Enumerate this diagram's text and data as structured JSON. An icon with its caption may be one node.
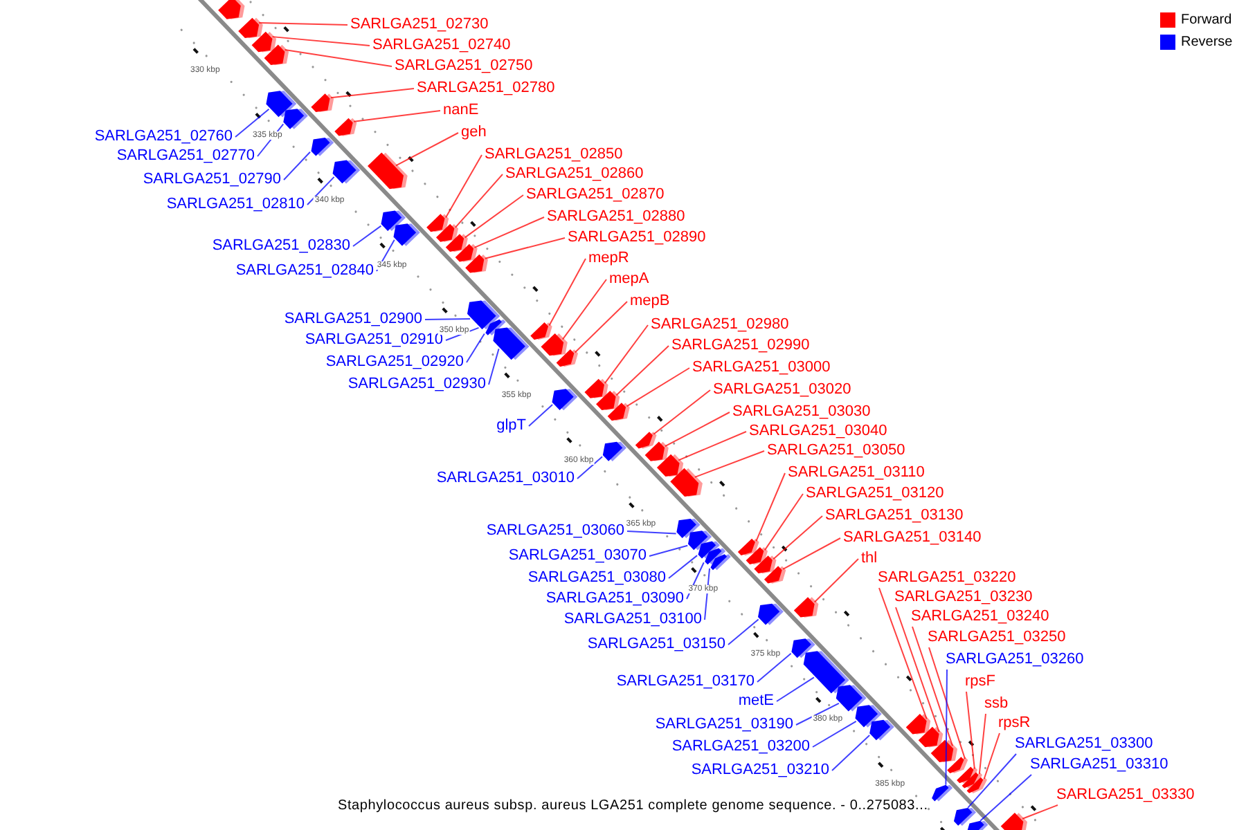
{
  "diagram": {
    "caption": "Staphylococcus aureus subsp. aureus LGA251 complete genome sequence. - 0..275083...",
    "nodes": [
      {
        "text": [
          "SARLGA251_02730"
        ]
      },
      {
        "text": [
          "SARLGA251_02740"
        ]
      },
      {
        "text": [
          "SARLGA251_02750"
        ]
      },
      {
        "text": [
          "SARLGA251_02780"
        ]
      },
      {
        "text": [
          "nanE"
        ]
      },
      {
        "text": [
          "geh"
        ]
      },
      {
        "text": [
          "SARLGA251_02850"
        ]
      },
      {
        "text": [
          "SARLGA251_02860"
        ]
      },
      {
        "text": [
          "SARLGA251_02870"
        ]
      },
      {
        "text": [
          "SARLGA251_02880"
        ]
      },
      {
        "text": [
          "SARLGA251_02890"
        ]
      },
      {
        "text": [
          "mepR"
        ]
      },
      {
        "text": [
          "mepA"
        ]
      },
      {
        "text": [
          "mepB"
        ]
      },
      {
        "text": [
          "SARLGA251_02980"
        ]
      },
      {
        "text": [
          "SARLGA251_02990"
        ]
      },
      {
        "text": [
          "SARLGA251_03000"
        ]
      },
      {
        "text": [
          "SARLGA251_03020"
        ]
      },
      {
        "text": [
          "SARLGA251_03030"
        ]
      },
      {
        "text": [
          "SARLGA251_03040"
        ]
      },
      {
        "text": [
          "SARLGA251_03050"
        ]
      },
      {
        "text": [
          "SARLGA251_03110"
        ]
      },
      {
        "text": [
          "SARLGA251_03120"
        ]
      },
      {
        "text": [
          "SARLGA251_03130"
        ]
      },
      {
        "text": [
          "SARLGA251_03140"
        ]
      },
      {
        "text": [
          "thl"
        ]
      },
      {
        "text": [
          "SARLGA251_03220"
        ]
      },
      {
        "text": [
          "SARLGA251_03230"
        ]
      },
      {
        "text": [
          "SARLGA251_03240"
        ]
      },
      {
        "text": [
          "SARLGA251_03250"
        ]
      },
      {
        "text": [
          "SARLGA251_03260"
        ]
      },
      {
        "text": [
          "rpsF"
        ]
      },
      {
        "text": [
          "ssb"
        ]
      },
      {
        "text": [
          "rpsR"
        ]
      },
      {
        "text": [
          "SARLGA251_03300"
        ]
      },
      {
        "text": [
          "SARLGA251_03310"
        ]
      },
      {
        "text": [
          "SARLGA251_03330"
        ]
      },
      {
        "text": [
          "SARLGA251_02760"
        ]
      },
      {
        "text": [
          "SARLGA251_02770"
        ]
      },
      {
        "text": [
          "SARLGA251_02790"
        ]
      },
      {
        "text": [
          "SARLGA251_02810"
        ]
      },
      {
        "text": [
          "SARLGA251_02830"
        ]
      },
      {
        "text": [
          "SARLGA251_02840"
        ]
      },
      {
        "text": [
          "SARLGA251_02900"
        ]
      },
      {
        "text": [
          "SARLGA251_02910"
        ]
      },
      {
        "text": [
          "SARLGA251_02920"
        ]
      },
      {
        "text": [
          "SARLGA251_02930"
        ]
      },
      {
        "text": [
          "glpT"
        ]
      },
      {
        "text": [
          "SARLGA251_03010"
        ]
      },
      {
        "text": [
          "SARLGA251_03060"
        ]
      },
      {
        "text": [
          "SARLGA251_03070"
        ]
      },
      {
        "text": [
          "SARLGA251_03080"
        ]
      },
      {
        "text": [
          "SARLGA251_03090"
        ]
      },
      {
        "text": [
          "SARLGA251_03100"
        ]
      },
      {
        "text": [
          "SARLGA251_03150"
        ]
      },
      {
        "text": [
          "SARLGA251_03170"
        ]
      },
      {
        "text": [
          "metE"
        ]
      },
      {
        "text": [
          "SARLGA251_03190"
        ]
      },
      {
        "text": [
          "SARLGA251_03200"
        ]
      },
      {
        "text": [
          "SARLGA251_03210"
        ]
      },
      {
        "text": [],
        "shape": "pentagon"
      },
      {
        "text": [],
        "shape": "pentagon"
      },
      {
        "text": [],
        "shape": "pentagon"
      },
      {
        "text": [],
        "shape": "pentagon"
      },
      {
        "text": [],
        "shape": "pentagon"
      },
      {
        "text": [],
        "shape": "pentagon"
      },
      {
        "text": [],
        "shape": "pentagon"
      },
      {
        "text": [],
        "shape": "pentagon"
      },
      {
        "text": [],
        "shape": "pentagon"
      },
      {
        "text": [],
        "shape": "pentagon"
      },
      {
        "text": [],
        "shape": "pentagon"
      },
      {
        "text": [],
        "shape": "pentagon"
      },
      {
        "text": [],
        "shape": "pentagon"
      },
      {
        "text": [],
        "shape": "pentagon"
      },
      {
        "text": [],
        "shape": "pentagon"
      },
      {
        "text": [],
        "shape": "pentagon"
      },
      {
        "text": [],
        "shape": "pentagon"
      },
      {
        "text": [],
        "shape": "pentagon"
      },
      {
        "text": [],
        "shape": "pentagon"
      },
      {
        "text": [],
        "shape": "pentagon"
      },
      {
        "text": [],
        "shape": "pentagon"
      },
      {
        "text": [],
        "shape": "pentagon"
      },
      {
        "text": [],
        "shape": "pentagon"
      },
      {
        "text": [],
        "shape": "pentagon"
      },
      {
        "text": [],
        "shape": "pentagon"
      },
      {
        "text": [],
        "shape": "pentagon"
      },
      {
        "text": [],
        "shape": "pentagon"
      },
      {
        "text": [],
        "shape": "pentagon"
      },
      {
        "text": [],
        "shape": "pentagon"
      },
      {
        "text": [],
        "shape": "pentagon"
      },
      {
        "text": [],
        "shape": "pentagon"
      },
      {
        "text": [],
        "shape": "pentagon"
      },
      {
        "text": [],
        "shape": "pentagon"
      },
      {
        "text": [],
        "shape": "pentagon"
      },
      {
        "text": [],
        "shape": "pentagon"
      },
      {
        "text": [],
        "shape": "pentagon"
      },
      {
        "text": [],
        "shape": "pentagon"
      },
      {
        "text": [],
        "shape": "pentagon"
      },
      {
        "text": [],
        "shape": "pentagon"
      },
      {
        "text": [],
        "shape": "pentagon"
      },
      {
        "text": [],
        "shape": "pentagon"
      },
      {
        "text": [],
        "shape": "pentagon"
      },
      {
        "text": [],
        "shape": "pentagon"
      },
      {
        "text": [],
        "shape": "pentagon"
      },
      {
        "text": [],
        "shape": "pentagon"
      },
      {
        "text": [],
        "shape": "pentagon"
      },
      {
        "text": [],
        "shape": "pentagon"
      },
      {
        "text": [],
        "shape": "pentagon"
      },
      {
        "text": [],
        "shape": "pentagon"
      },
      {
        "text": [],
        "shape": "pentagon"
      },
      {
        "text": [],
        "shape": "pentagon"
      },
      {
        "text": [],
        "shape": "pentagon"
      },
      {
        "text": [],
        "shape": "pentagon"
      },
      {
        "text": [],
        "shape": "pentagon"
      },
      {
        "text": [],
        "shape": "pentagon"
      },
      {
        "text": [],
        "shape": "pentagon"
      },
      {
        "text": [],
        "shape": "pentagon"
      },
      {
        "text": [],
        "shape": "pentagon"
      },
      {
        "text": [],
        "shape": "pentagon"
      },
      {
        "text": [],
        "shape": "pentagon"
      },
      {
        "text": [],
        "shape": "pentagon"
      }
    ],
    "edges": [
      {
        "from": 0,
        "to": 61,
        "arrow": "none"
      },
      {
        "from": 1,
        "to": 62,
        "arrow": "none"
      },
      {
        "from": 2,
        "to": 63,
        "arrow": "none"
      },
      {
        "from": 3,
        "to": 64,
        "arrow": "none"
      },
      {
        "from": 4,
        "to": 65,
        "arrow": "none"
      },
      {
        "from": 5,
        "to": 66,
        "arrow": "none"
      },
      {
        "from": 6,
        "to": 67,
        "arrow": "none"
      },
      {
        "from": 7,
        "to": 68,
        "arrow": "none"
      },
      {
        "from": 8,
        "to": 69,
        "arrow": "none"
      },
      {
        "from": 9,
        "to": 70,
        "arrow": "none"
      },
      {
        "from": 10,
        "to": 71,
        "arrow": "none"
      },
      {
        "from": 11,
        "to": 72,
        "arrow": "none"
      },
      {
        "from": 12,
        "to": 73,
        "arrow": "none"
      },
      {
        "from": 13,
        "to": 74,
        "arrow": "none"
      },
      {
        "from": 14,
        "to": 75,
        "arrow": "none"
      },
      {
        "from": 15,
        "to": 76,
        "arrow": "none"
      },
      {
        "from": 16,
        "to": 77,
        "arrow": "none"
      },
      {
        "from": 17,
        "to": 78,
        "arrow": "none"
      },
      {
        "from": 18,
        "to": 79,
        "arrow": "none"
      },
      {
        "from": 19,
        "to": 80,
        "arrow": "none"
      },
      {
        "from": 20,
        "to": 81,
        "arrow": "none"
      },
      {
        "from": 21,
        "to": 82,
        "arrow": "none"
      },
      {
        "from": 22,
        "to": 83,
        "arrow": "none"
      },
      {
        "from": 23,
        "to": 84,
        "arrow": "none"
      },
      {
        "from": 24,
        "to": 85,
        "arrow": "none"
      },
      {
        "from": 25,
        "to": 86,
        "arrow": "none"
      },
      {
        "from": 26,
        "to": 87,
        "arrow": "none"
      },
      {
        "from": 27,
        "to": 88,
        "arrow": "none"
      },
      {
        "from": 28,
        "to": 89,
        "arrow": "none"
      },
      {
        "from": 29,
        "to": 90,
        "arrow": "none"
      },
      {
        "from": 30,
        "to": 91,
        "arrow": "none",
        "color": "#0000ff"
      },
      {
        "from": 31,
        "to": 92,
        "arrow": "none"
      },
      {
        "from": 32,
        "to": 93,
        "arrow": "none"
      },
      {
        "from": 33,
        "to": 94,
        "arrow": "none"
      },
      {
        "from": 34,
        "to": 95,
        "arrow": "none",
        "color": "#0000ff"
      },
      {
        "from": 35,
        "to": 96,
        "arrow": "none",
        "color": "#0000ff"
      },
      {
        "from": 36,
        "to": 97,
        "arrow": "none"
      },
      {
        "from": 37,
        "to": 98,
        "arrow": "none",
        "color": "#0000ff"
      },
      {
        "from": 38,
        "to": 99,
        "arrow": "none",
        "color": "#0000ff"
      },
      {
        "from": 39,
        "to": 100,
        "arrow": "none",
        "color": "#0000ff"
      },
      {
        "from": 40,
        "to": 101,
        "arrow": "none",
        "color": "#0000ff"
      },
      {
        "from": 41,
        "to": 102,
        "arrow": "none",
        "color": "#0000ff"
      },
      {
        "from": 42,
        "to": 103,
        "arrow": "none",
        "color": "#0000ff"
      },
      {
        "from": 43,
        "to": 104,
        "arrow": "none",
        "color": "#0000ff"
      },
      {
        "from": 44,
        "to": 105,
        "arrow": "none",
        "color": "#0000ff"
      },
      {
        "from": 45,
        "to": 106,
        "arrow": "none",
        "color": "#0000ff"
      },
      {
        "from": 46,
        "to": 107,
        "arrow": "none",
        "color": "#0000ff"
      },
      {
        "from": 47,
        "to": 108,
        "arrow": "none",
        "color": "#0000ff"
      },
      {
        "from": 48,
        "to": 109,
        "arrow": "none",
        "color": "#0000ff"
      },
      {
        "from": 49,
        "to": 110,
        "arrow": "none",
        "color": "#0000ff"
      },
      {
        "from": 50,
        "to": 111,
        "arrow": "none",
        "color": "#0000ff"
      },
      {
        "from": 51,
        "to": 112,
        "arrow": "none",
        "color": "#0000ff"
      },
      {
        "from": 52,
        "to": 113,
        "arrow": "none",
        "color": "#0000ff"
      },
      {
        "from": 53,
        "to": 114,
        "arrow": "none",
        "color": "#0000ff"
      },
      {
        "from": 54,
        "to": 115,
        "arrow": "none",
        "color": "#0000ff"
      },
      {
        "from": 55,
        "to": 116,
        "arrow": "none",
        "color": "#0000ff"
      },
      {
        "from": 56,
        "to": 117,
        "arrow": "none",
        "color": "#0000ff"
      },
      {
        "from": 57,
        "to": 118,
        "arrow": "none",
        "color": "#0000ff"
      },
      {
        "from": 58,
        "to": 119,
        "arrow": "none",
        "color": "#0000ff"
      },
      {
        "from": 59,
        "to": 120,
        "arrow": "none",
        "color": "#0000ff"
      }
    ],
    "labels": [
      "330 kbp",
      "335 kbp",
      "340 kbp",
      "345 kbp",
      "350 kbp",
      "355 kbp",
      "360 kbp",
      "365 kbp",
      "370 kbp",
      "375 kbp",
      "380 kbp",
      "385 kbp"
    ],
    "legend": [
      {
        "text": "Forward",
        "color": "#ff0000"
      },
      {
        "text": "Reverse",
        "color": "#0000ff"
      }
    ]
  }
}
